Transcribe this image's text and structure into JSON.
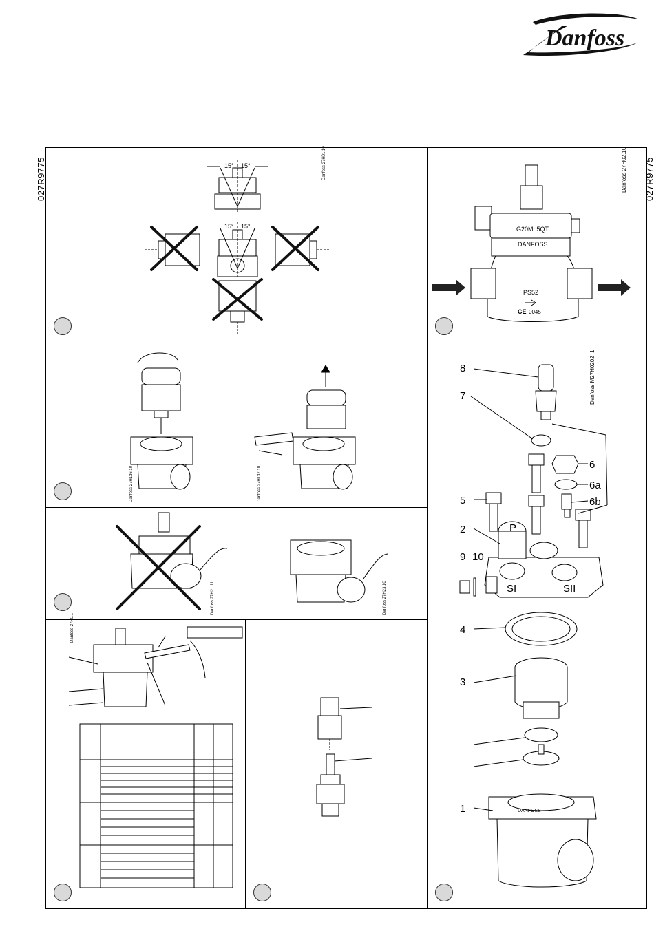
{
  "brand": "Danfoss",
  "doc_code": "027R9775",
  "panel_refs": {
    "p1": "Danfoss 27H01.10",
    "p2": "Danfoss 27H02.10",
    "p3a": "Danfoss 27H136.10",
    "p3b": "Danfoss 27H137.10",
    "p4": "Danfoss M27H0202_1",
    "p5a": "Danfoss 27H21.11",
    "p5b": "Danfoss 27H23.10",
    "p6": "Danfoss 27H0..."
  },
  "angles": {
    "a1": "15°",
    "a2": "15°",
    "a3": "15°",
    "a4": "15°"
  },
  "valve_markings": {
    "material": "G20Mn5QT",
    "maker": "DANFOSS",
    "pressure": "PS52",
    "ce": "0045"
  },
  "parts": {
    "n1": "1",
    "n2": "2",
    "n3": "3",
    "n4": "4",
    "n5": "5",
    "n6": "6",
    "n6a": "6a",
    "n6b": "6b",
    "n7": "7",
    "n8": "8",
    "n9": "9",
    "n10": "10",
    "port_p": "P",
    "port_s1": "SI",
    "port_s2": "SII"
  },
  "body_mark": "DANFOSS"
}
